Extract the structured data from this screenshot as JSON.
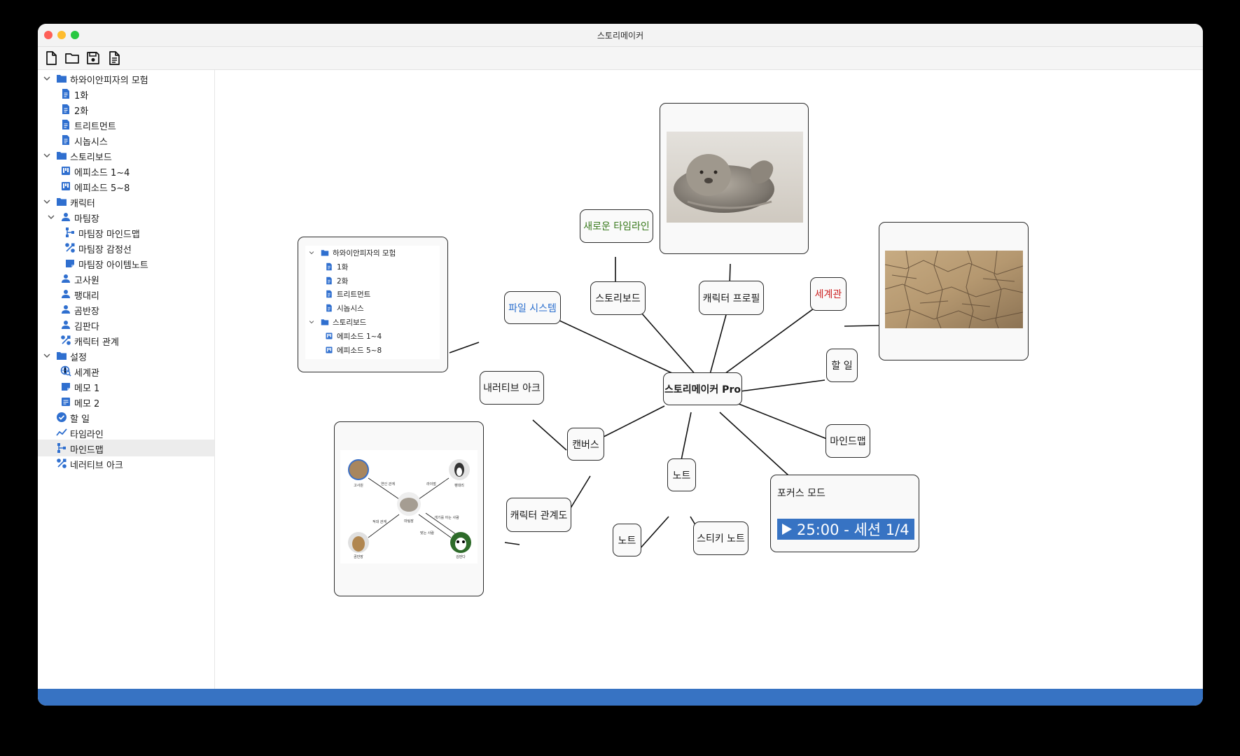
{
  "window": {
    "title": "스토리메이커"
  },
  "toolbar": {
    "icons": [
      "new-file-icon",
      "open-folder-icon",
      "save-icon",
      "document-icon"
    ]
  },
  "sidebar": {
    "items": [
      {
        "label": "하와이안피자의 모험",
        "icon": "folder-icon",
        "expanded": true
      },
      {
        "label": "1화",
        "icon": "document-icon"
      },
      {
        "label": "2화",
        "icon": "document-icon"
      },
      {
        "label": "트리트먼트",
        "icon": "document-icon"
      },
      {
        "label": "시놉시스",
        "icon": "document-icon"
      },
      {
        "label": "스토리보드",
        "icon": "folder-icon",
        "expanded": true
      },
      {
        "label": "에피소드 1~4",
        "icon": "board-icon"
      },
      {
        "label": "에피소드 5~8",
        "icon": "board-icon"
      },
      {
        "label": "캐릭터",
        "icon": "folder-icon",
        "expanded": true
      },
      {
        "label": "마팀장",
        "icon": "person-icon",
        "expanded": true
      },
      {
        "label": "마팀장 마인드맵",
        "icon": "mindmap-icon"
      },
      {
        "label": "마팀장 감정선",
        "icon": "relation-icon"
      },
      {
        "label": "마팀장 아이템노트",
        "icon": "note-icon"
      },
      {
        "label": "고사원",
        "icon": "person-icon"
      },
      {
        "label": "팽대리",
        "icon": "person-icon"
      },
      {
        "label": "곰반장",
        "icon": "person-icon"
      },
      {
        "label": "김판다",
        "icon": "person-icon"
      },
      {
        "label": "캐릭터 관계",
        "icon": "relation-icon"
      },
      {
        "label": "설정",
        "icon": "folder-icon",
        "expanded": true
      },
      {
        "label": "세계관",
        "icon": "world-search-icon"
      },
      {
        "label": "메모 1",
        "icon": "note-icon"
      },
      {
        "label": "메모 2",
        "icon": "memo-lines-icon"
      },
      {
        "label": "할 일",
        "icon": "check-circle-icon"
      },
      {
        "label": "타임라인",
        "icon": "timeline-icon"
      },
      {
        "label": "마인드맵",
        "icon": "mindmap-icon",
        "selected": true
      },
      {
        "label": "네러티브 아크",
        "icon": "relation-icon"
      }
    ]
  },
  "mindmap": {
    "center": "스토리메이커 Pro",
    "nodes": {
      "filesystem": "파일 시스템",
      "storyboard": "스토리보드",
      "new_timeline": "새로운 타임라인",
      "character_profile": "캐릭터 프로필",
      "worldview": "세계관",
      "todo": "할 일",
      "mindmap": "마인드맵",
      "focus_mode": "포커스 모드",
      "focus_timer": "25:00 - 세션 1/4",
      "note": "노트",
      "note_child": "노트",
      "sticky_note": "스티키 노트",
      "canvas": "캔버스",
      "narrative_arc": "내러티브 아크",
      "character_relations": "캐릭터 관계도"
    },
    "file_tree_preview": [
      {
        "label": "하와이안피자의 모험",
        "icon": "folder-icon"
      },
      {
        "label": "1화",
        "icon": "document-icon"
      },
      {
        "label": "2화",
        "icon": "document-icon"
      },
      {
        "label": "트리트먼트",
        "icon": "document-icon"
      },
      {
        "label": "시놉시스",
        "icon": "document-icon"
      },
      {
        "label": "스토리보드",
        "icon": "folder-icon"
      },
      {
        "label": "에피소드 1~4",
        "icon": "board-icon"
      },
      {
        "label": "에피소드 5~8",
        "icon": "board-icon"
      }
    ],
    "images": {
      "profile_image": "seal-photo",
      "worldview_image": "cracked-earth-texture"
    },
    "relation_preview": {
      "people": [
        "고사원",
        "팽대리",
        "마팀장",
        "곰반장",
        "김판다"
      ],
      "edges": [
        "연인 관계",
        "라이벌",
        "적대 관계",
        "개기를 아는 사람",
        "맞는 사람"
      ]
    }
  },
  "colors": {
    "accent": "#3773c3",
    "icon_blue": "#2f6fcf"
  }
}
